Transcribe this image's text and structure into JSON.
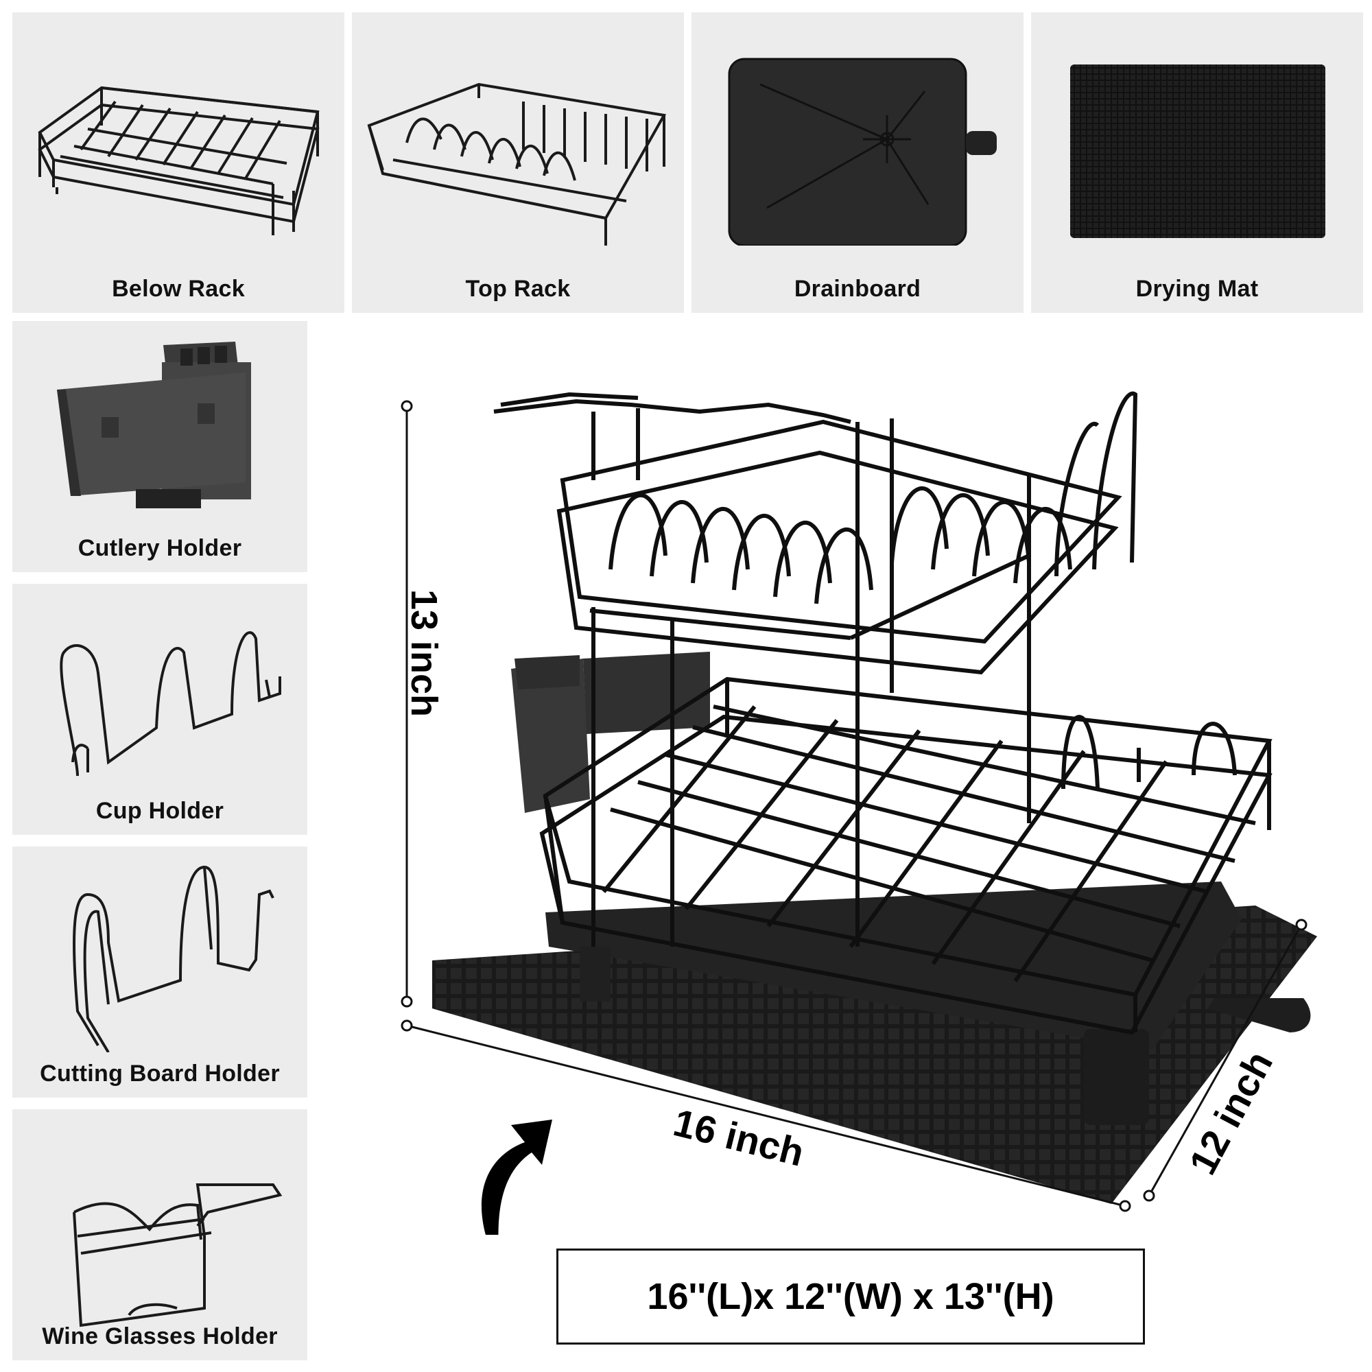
{
  "accessories_top": [
    {
      "label": "Below Rack",
      "icon": "below-rack-icon"
    },
    {
      "label": "Top Rack",
      "icon": "top-rack-icon"
    },
    {
      "label": "Drainboard",
      "icon": "drainboard-icon"
    },
    {
      "label": "Drying Mat",
      "icon": "drying-mat-icon"
    }
  ],
  "accessories_left": [
    {
      "label": "Cutlery Holder",
      "icon": "cutlery-holder-icon"
    },
    {
      "label": "Cup Holder",
      "icon": "cup-holder-icon"
    },
    {
      "label": "Cutting Board Holder",
      "icon": "cutting-board-holder-icon"
    },
    {
      "label": "Wine Glasses Holder",
      "icon": "wine-glasses-holder-icon"
    }
  ],
  "dimensions": {
    "height_label": "13 inch",
    "length_label": "16 inch",
    "width_label": "12 inch",
    "summary": "16''(L)x 12''(W) x 13''(H)"
  },
  "colors": {
    "panel_bg": "#ececec",
    "product": "#141414",
    "text": "#111111"
  }
}
